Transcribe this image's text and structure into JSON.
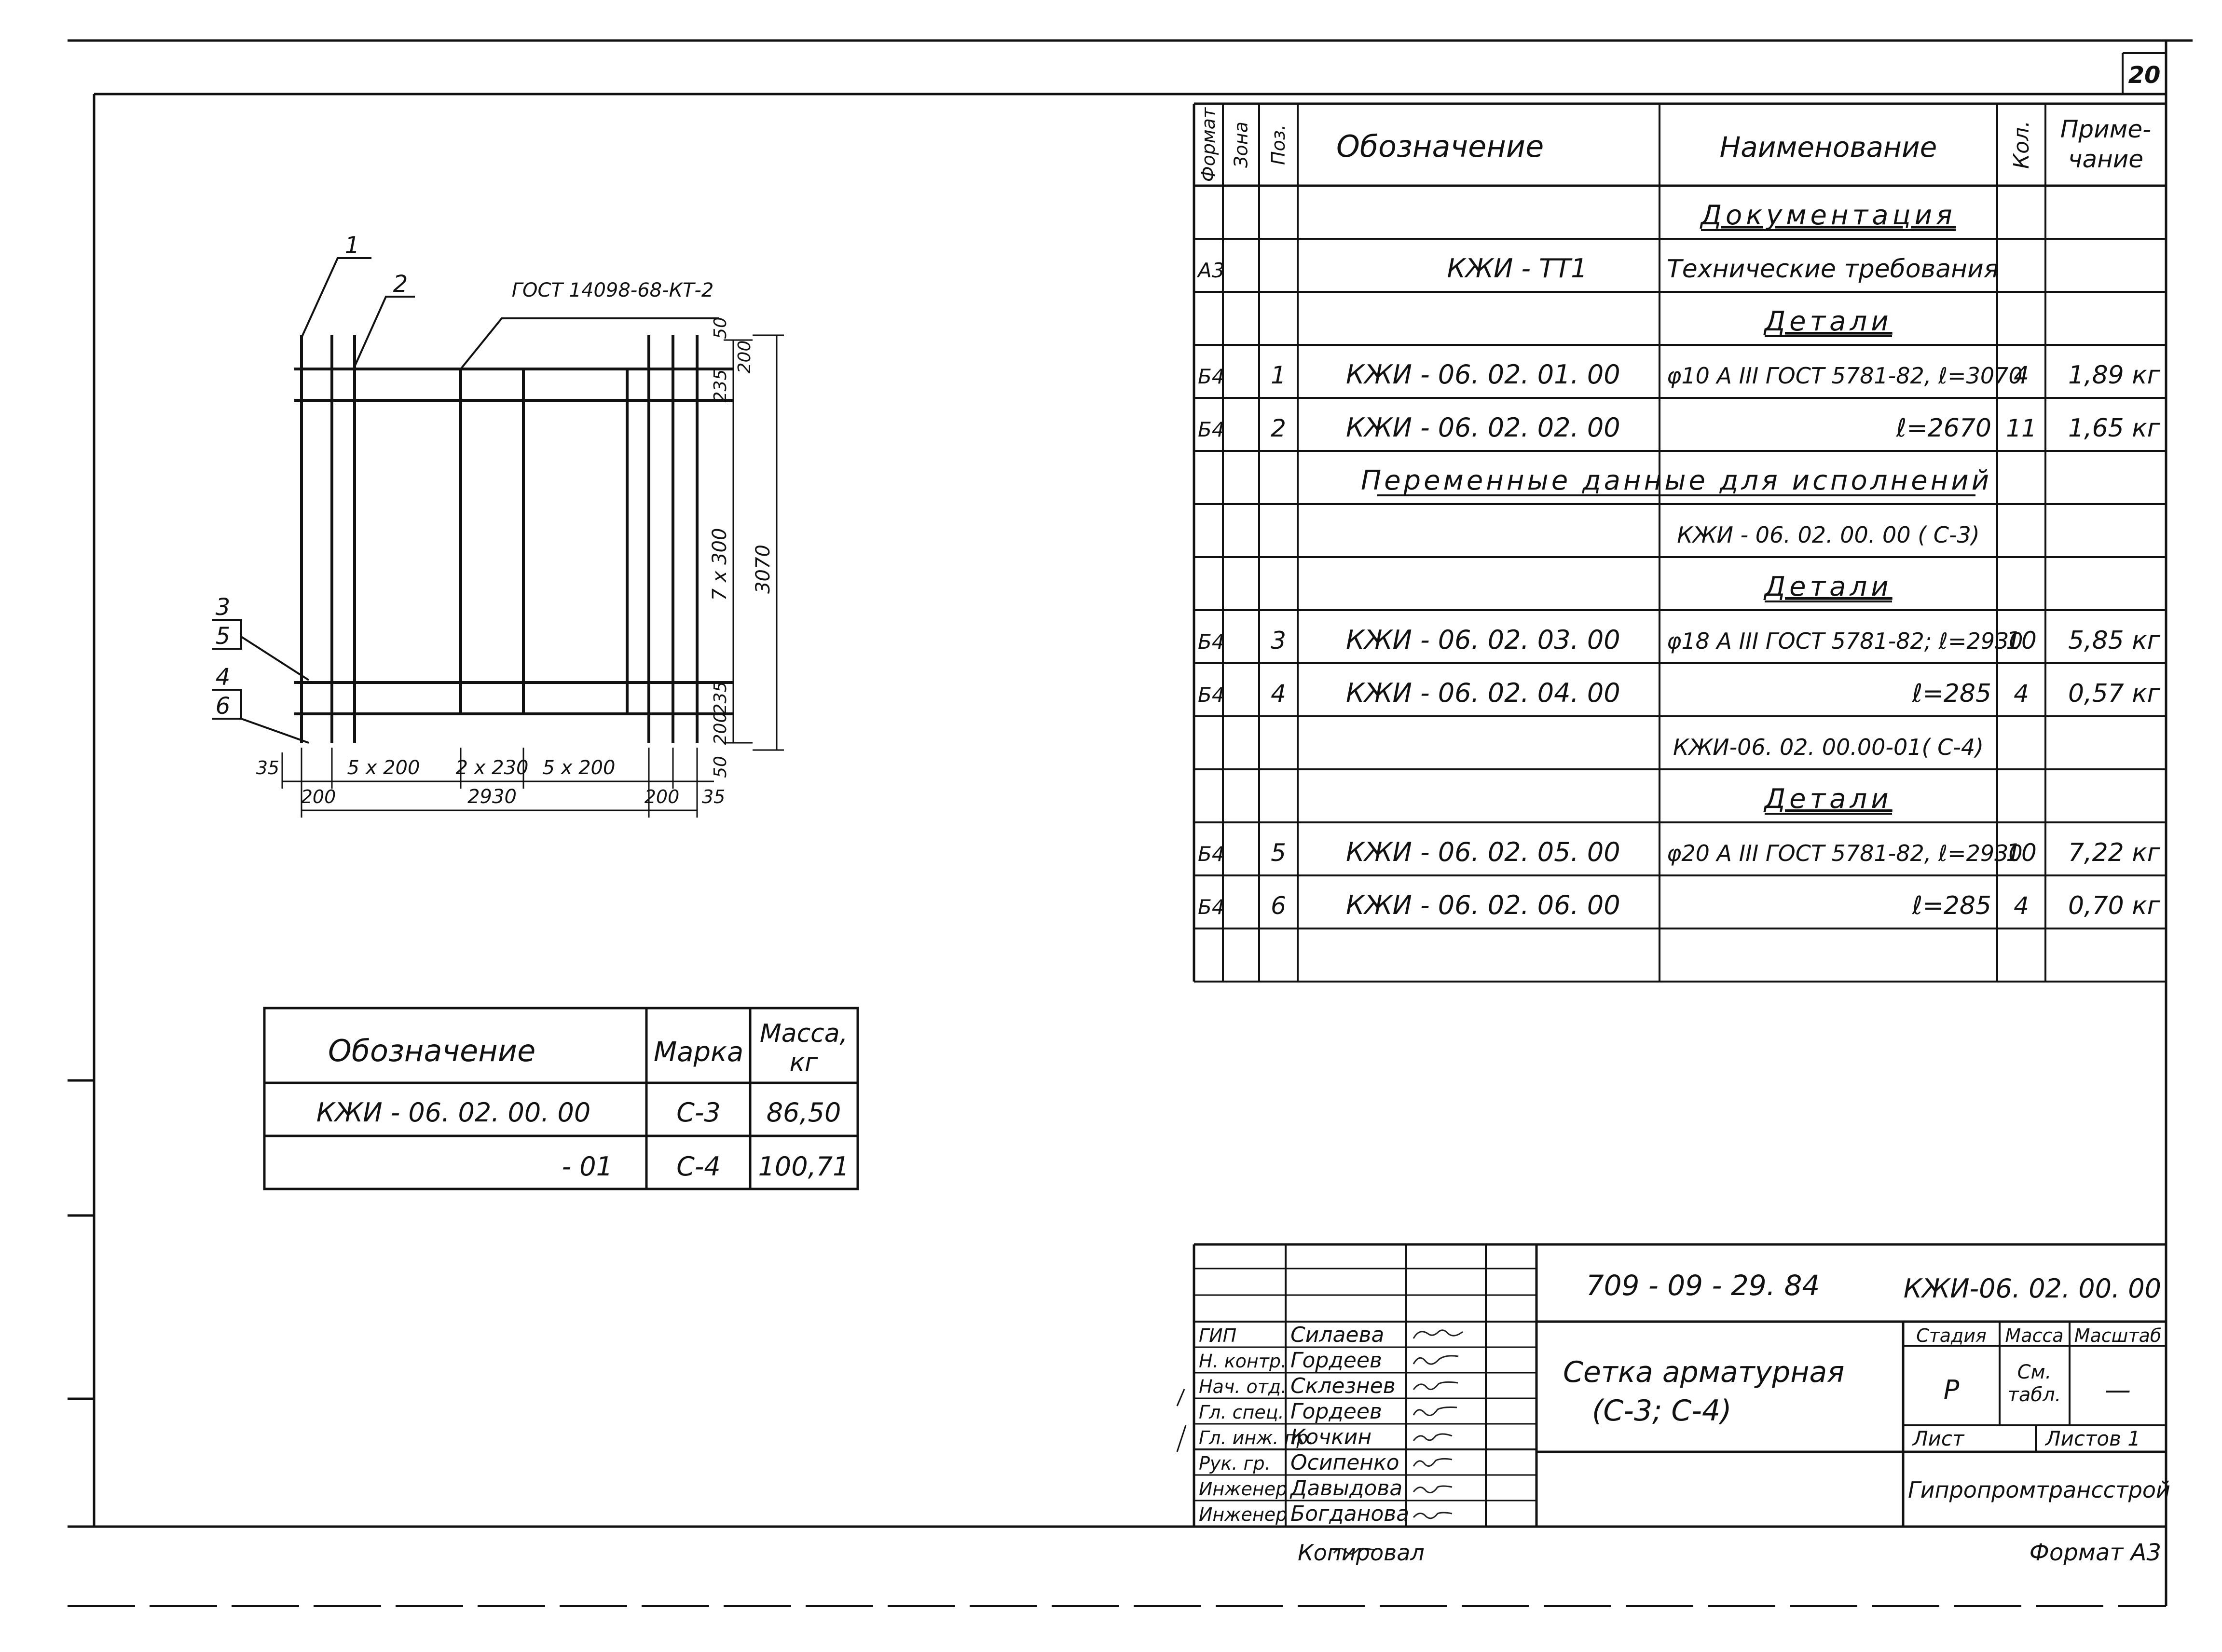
{
  "sheet_number": "20",
  "spec": {
    "headers": {
      "format": "Формат",
      "zone": "Зона",
      "pos": "Поз.",
      "designation": "Обозначение",
      "name": "Наименование",
      "qty": "Кол.",
      "note": "Приме-\nчание"
    },
    "rows": [
      {
        "type": "section",
        "name": "Документация"
      },
      {
        "format": "А3",
        "designation": "КЖИ - ТТ1",
        "name": "Технические требования"
      },
      {
        "type": "section",
        "name": "Детали"
      },
      {
        "format": "Б4",
        "pos": "1",
        "designation": "КЖИ - 06. 02. 01. 00",
        "name": "φ10 А III ГОСТ 5781-82, ℓ=3070",
        "qty": "4",
        "note": "1,89 кг"
      },
      {
        "format": "Б4",
        "pos": "2",
        "designation": "КЖИ - 06. 02. 02. 00",
        "name": "ℓ=2670",
        "qty": "11",
        "note": "1,65 кг"
      },
      {
        "type": "section-wide",
        "name": "Переменные данные для исполнений"
      },
      {
        "name": "КЖИ - 06. 02. 00. 00 ( С-3)"
      },
      {
        "type": "section",
        "name": "Детали"
      },
      {
        "format": "Б4",
        "pos": "3",
        "designation": "КЖИ - 06. 02. 03. 00",
        "name": "φ18 А III ГОСТ 5781-82; ℓ=2930",
        "qty": "10",
        "note": "5,85 кг"
      },
      {
        "format": "Б4",
        "pos": "4",
        "designation": "КЖИ - 06. 02. 04. 00",
        "name": "ℓ=285",
        "qty": "4",
        "note": "0,57 кг"
      },
      {
        "name": "КЖИ-06. 02. 00.00-01( С-4)"
      },
      {
        "type": "section",
        "name": "Детали"
      },
      {
        "format": "Б4",
        "pos": "5",
        "designation": "КЖИ - 06. 02. 05. 00",
        "name": "φ20 А III ГОСТ 5781-82, ℓ=2930",
        "qty": "10",
        "note": "7,22 кг"
      },
      {
        "format": "Б4",
        "pos": "6",
        "designation": "КЖИ - 06. 02. 06. 00",
        "name": "ℓ=285",
        "qty": "4",
        "note": "0,70 кг"
      },
      {}
    ]
  },
  "mass_table": {
    "headers": {
      "designation": "Обозначение",
      "mark": "Марка",
      "mass": "Масса,\nкг"
    },
    "rows": [
      {
        "designation": "КЖИ - 06. 02. 00. 00",
        "mark": "С-3",
        "mass": "86,50"
      },
      {
        "designation": "- 01",
        "mark": "С-4",
        "mass": "100,71"
      }
    ]
  },
  "drawing": {
    "leaders": [
      "1",
      "2",
      "3",
      "5",
      "4",
      "6"
    ],
    "gost_label": "ГОСТ 14098-68-КТ-2",
    "dims_bottom": [
      "35",
      "200",
      "5 x 200",
      "2 x 230",
      "5 x 200",
      "200",
      "2930",
      "200",
      "35"
    ],
    "dims_right": [
      "50",
      "235",
      "200",
      "7 x 300",
      "3070",
      "235",
      "200",
      "50"
    ]
  },
  "title_block": {
    "doc_code": "709 - 09 - 29. 84",
    "designation": "КЖИ-06. 02. 00. 00",
    "title": "Сетка арматурная\n(С-3;  С-4)",
    "stage_label": "Стадия",
    "mass_label": "Масса",
    "scale_label": "Масштаб",
    "stage": "Р",
    "mass": "См.\nтабл.",
    "scale": "—",
    "sheet_label": "Лист",
    "sheets_label": "Листов  1",
    "organization": "Гипропромтрансстрой",
    "signers": [
      {
        "role": "ГИП",
        "name": "Силаева"
      },
      {
        "role": "Н. контр.",
        "name": "Гордеев"
      },
      {
        "role": "Нач. отд.",
        "name": "Склезнев"
      },
      {
        "role": "Гл. спец.",
        "name": "Гордеев"
      },
      {
        "role": "Гл. инж. пр.",
        "name": "Кочкин"
      },
      {
        "role": "Рук. гр.",
        "name": "Осипенко"
      },
      {
        "role": "Инженер",
        "name": "Давыдова"
      },
      {
        "role": "Инженер",
        "name": "Богданова"
      }
    ],
    "copied_label": "Копировал",
    "format_label": "Формат А3"
  }
}
